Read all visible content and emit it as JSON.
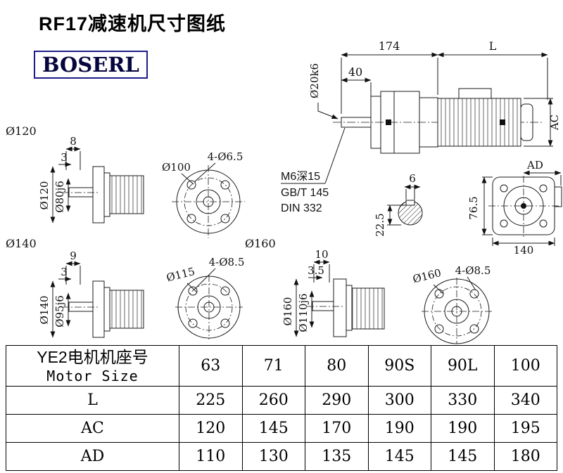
{
  "title": "RF17减速机尺寸图纸",
  "logo": "BOSERL",
  "views": {
    "v120": {
      "section": "Ø120",
      "dim_top": "8",
      "dim_top2": "3",
      "dia": "Ø120",
      "bore": "Ø80j6"
    },
    "f100": {
      "dia": "Ø100",
      "holes": "4-Ø6.5"
    },
    "main": {
      "d174": "174",
      "dL": "L",
      "d40": "40",
      "shaft": "Ø20k6",
      "ac": "AC",
      "ad": "AD"
    },
    "thread": {
      "line1": "M6深15",
      "line2": "GB/T 145",
      "line3": "DIN 332"
    },
    "keyway": {
      "width": "6",
      "depth": "22.5"
    },
    "flangeside": {
      "height": "76.5",
      "width": "140"
    },
    "v140": {
      "section": "Ø140",
      "dim_top": "9",
      "dim_top2": "3",
      "dia": "Ø140",
      "bore": "Ø95j6"
    },
    "f115": {
      "dia": "Ø115",
      "holes": "4-Ø8.5"
    },
    "v160": {
      "section": "Ø160",
      "dim_top": "10",
      "dim_top2": "3.5",
      "dia": "Ø160",
      "bore": "Ø110j6"
    },
    "f160": {
      "dia": "Ø160",
      "holes": "4-Ø8.5"
    }
  },
  "table": {
    "header_cn": "YE2电机机座号",
    "header_en": "Motor Size",
    "sizes": [
      "63",
      "71",
      "80",
      "90S",
      "90L",
      "100"
    ],
    "rows": [
      {
        "label": "L",
        "values": [
          "225",
          "260",
          "290",
          "300",
          "330",
          "340"
        ]
      },
      {
        "label": "AC",
        "values": [
          "120",
          "145",
          "170",
          "190",
          "190",
          "195"
        ]
      },
      {
        "label": "AD",
        "values": [
          "110",
          "130",
          "135",
          "145",
          "145",
          "180"
        ]
      }
    ]
  }
}
